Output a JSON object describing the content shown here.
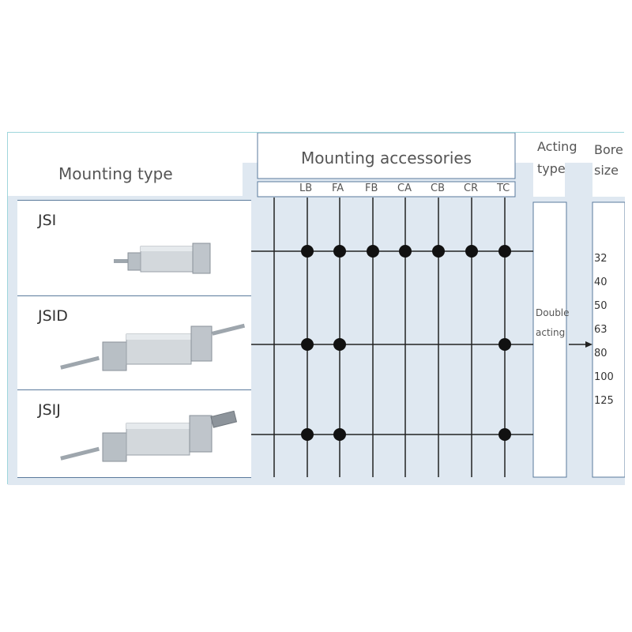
{
  "header": {
    "mounting_type": "Mounting type",
    "mounting_accessories": "Mounting accessories",
    "acting_type": [
      "Acting",
      "type"
    ],
    "bore_size": [
      "Bore",
      "size"
    ]
  },
  "accessories": [
    "LB",
    "FA",
    "FB",
    "CA",
    "CB",
    "CR",
    "TC"
  ],
  "models": [
    {
      "name": "JSI",
      "accessories": [
        "LB",
        "FA",
        "FB",
        "CA",
        "CB",
        "CR",
        "TC"
      ]
    },
    {
      "name": "JSID",
      "accessories": [
        "LB",
        "FA",
        "TC"
      ]
    },
    {
      "name": "JSIJ",
      "accessories": [
        "LB",
        "FA",
        "TC"
      ]
    }
  ],
  "acting": [
    "Double",
    "acting"
  ],
  "bore_sizes": [
    "32",
    "40",
    "50",
    "63",
    "80",
    "100",
    "125"
  ],
  "colors": {
    "grid_line": "#222222",
    "grid_bg": "#dfe8f1",
    "border": "#9fd6dc",
    "dot": "#111111"
  }
}
